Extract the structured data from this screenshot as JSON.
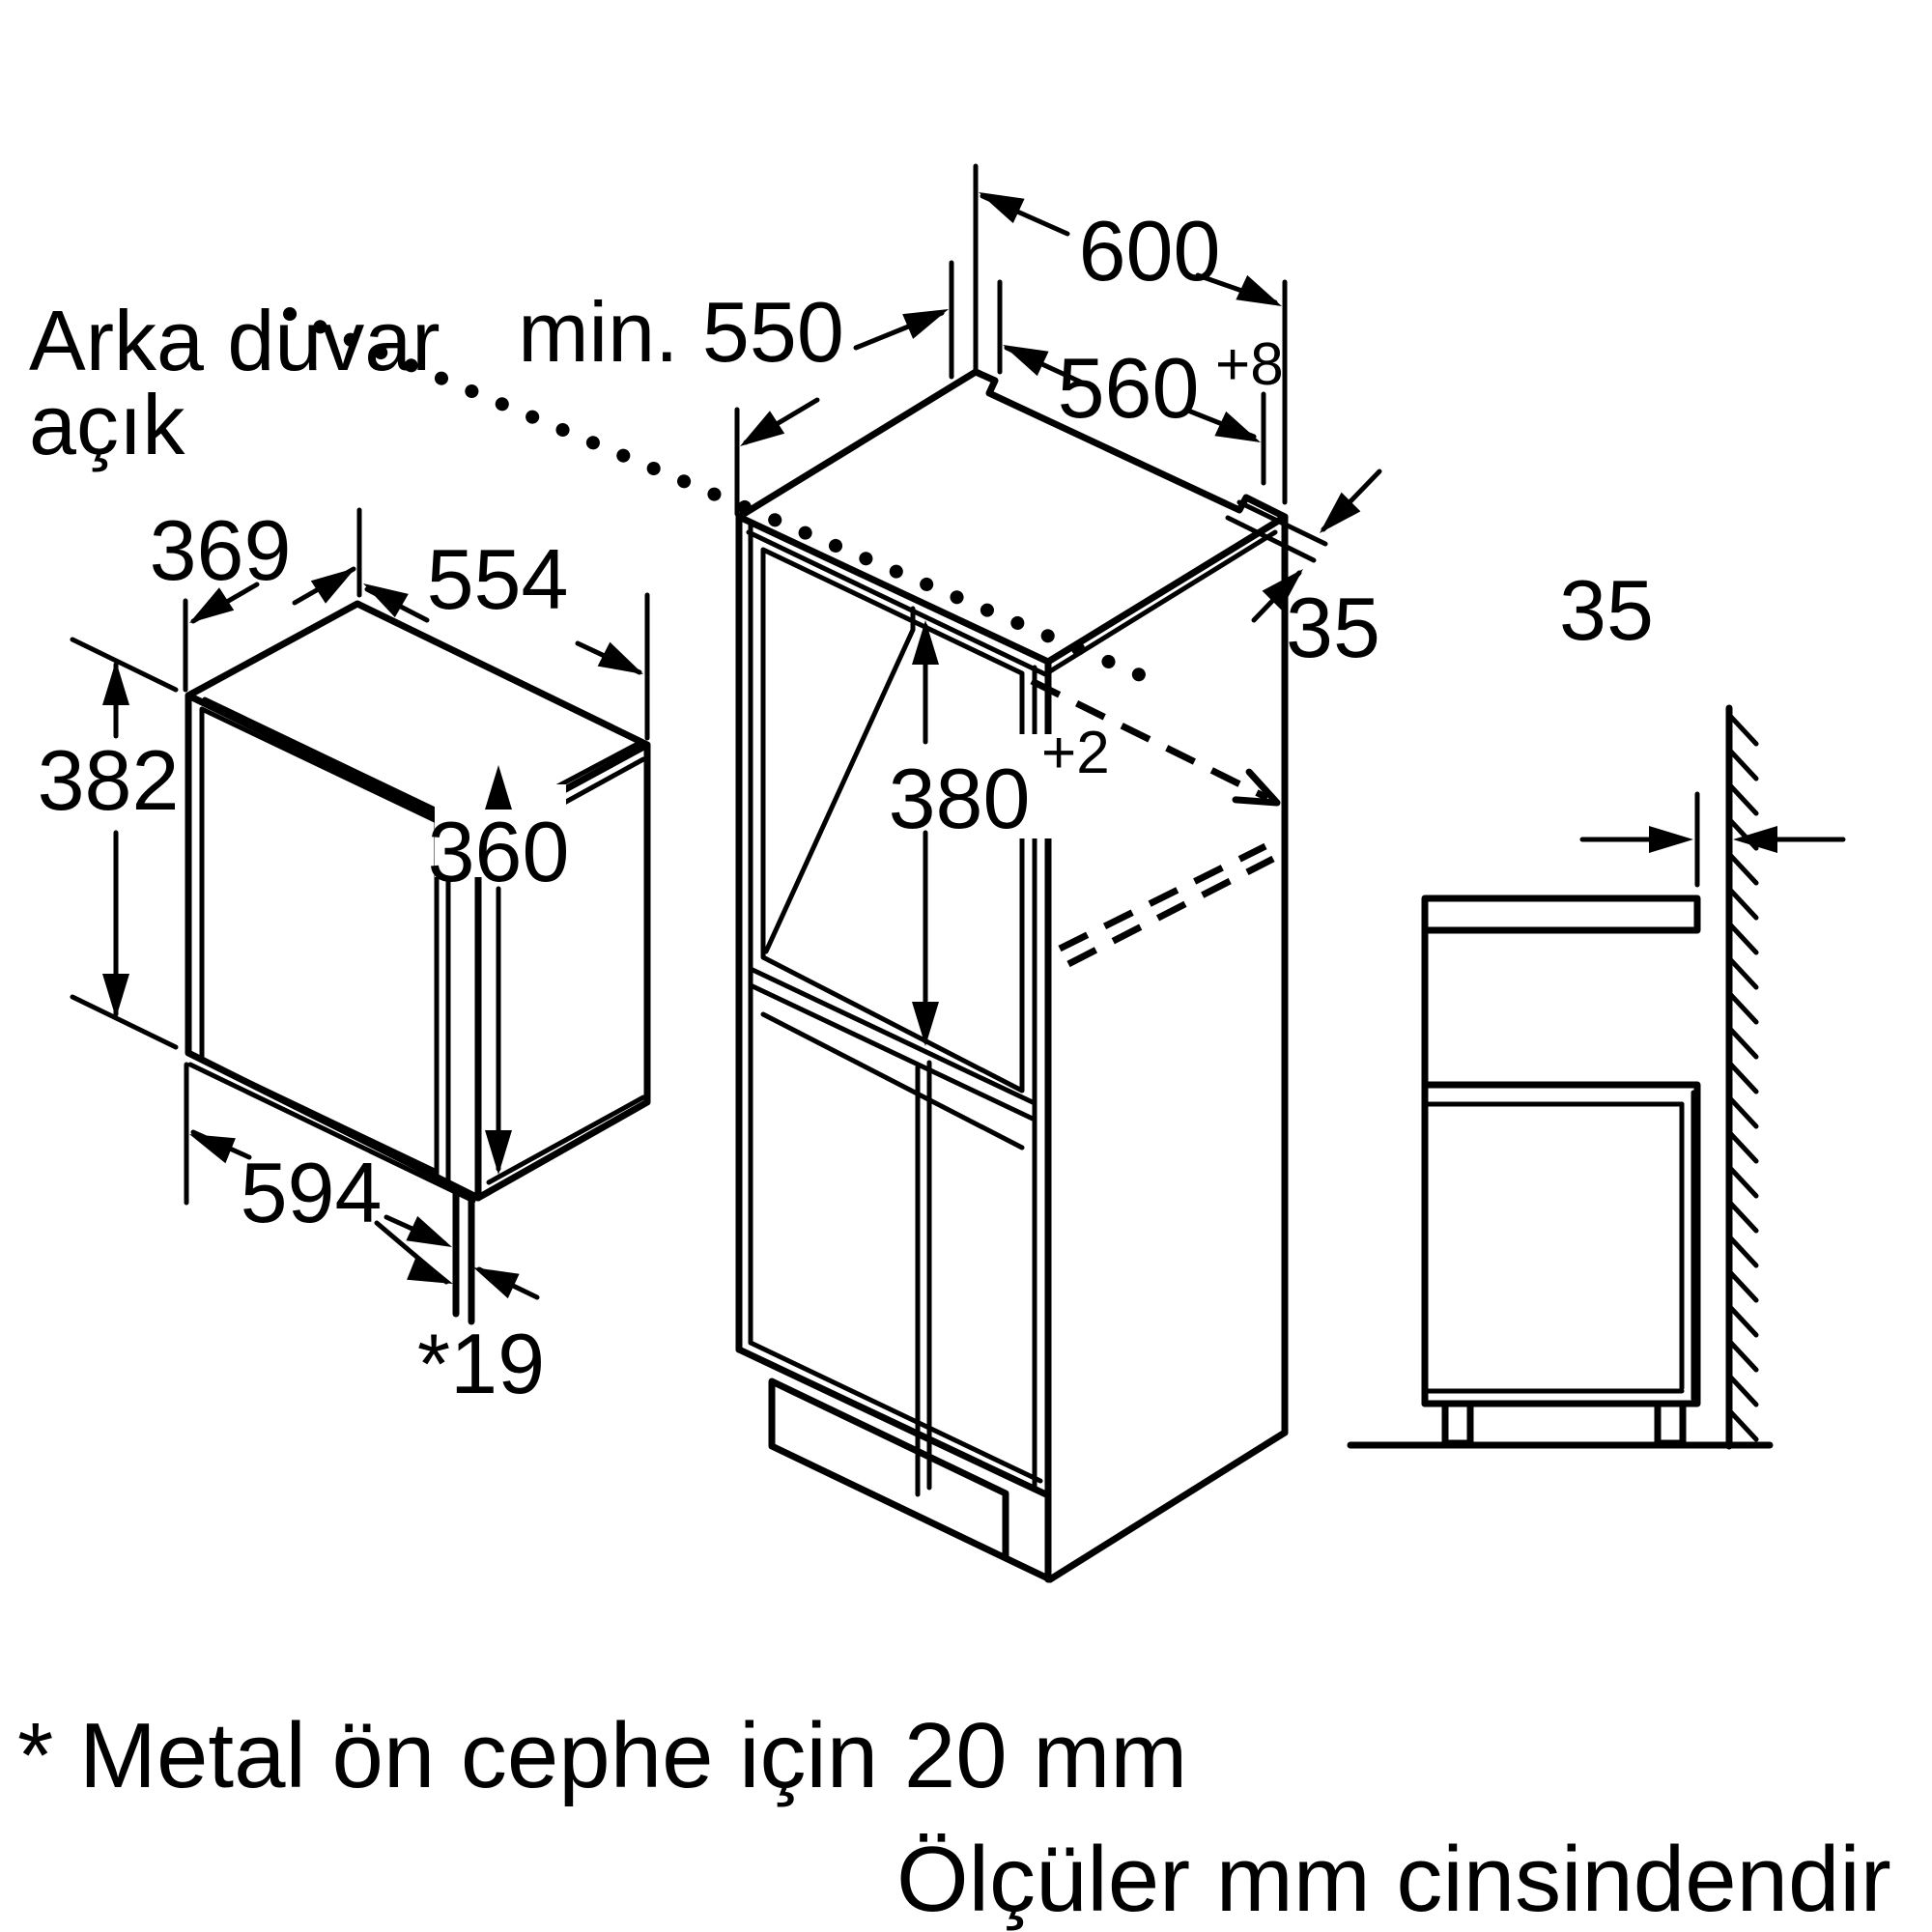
{
  "colors": {
    "ink": "#000000",
    "paper": "#ffffff"
  },
  "notes": {
    "back_wall": {
      "line1": "Arka duvar",
      "line2": "açık"
    },
    "footnote": "* Metal ön cephe için 20 mm",
    "units": "Ölçüler mm cinsindendir"
  },
  "appliance_view": {
    "depth": "369",
    "width_top": "554",
    "height": "382",
    "inner_height": "360",
    "width_bottom": "594",
    "front_panel_protrusion": "*19"
  },
  "cabinet_view": {
    "min_depth": "min. 550",
    "width": "600",
    "niche_width": "560",
    "niche_width_tolerance": "+8",
    "niche_height": "380",
    "niche_height_tolerance": "+2",
    "top_rail_depth": "35"
  },
  "side_view": {
    "wall_gap": "35"
  }
}
